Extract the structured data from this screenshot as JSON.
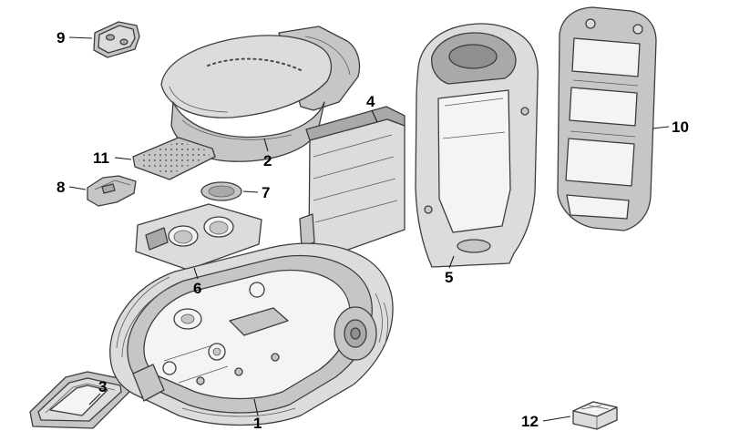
{
  "diagram": {
    "type": "exploded-parts-diagram",
    "background_color": "#ffffff",
    "line_color": "#3d3d3d",
    "fill_colors": {
      "light": "#dcdcdc",
      "mid": "#c6c6c6",
      "dark": "#a9a9a9",
      "deep": "#8f8f8f"
    },
    "callouts": [
      {
        "label": "9"
      },
      {
        "label": "2"
      },
      {
        "label": "11"
      },
      {
        "label": "8"
      },
      {
        "label": "7"
      },
      {
        "label": "6"
      },
      {
        "label": "4"
      },
      {
        "label": "5"
      },
      {
        "label": "10"
      },
      {
        "label": "3"
      },
      {
        "label": "1"
      },
      {
        "label": "12"
      }
    ]
  }
}
